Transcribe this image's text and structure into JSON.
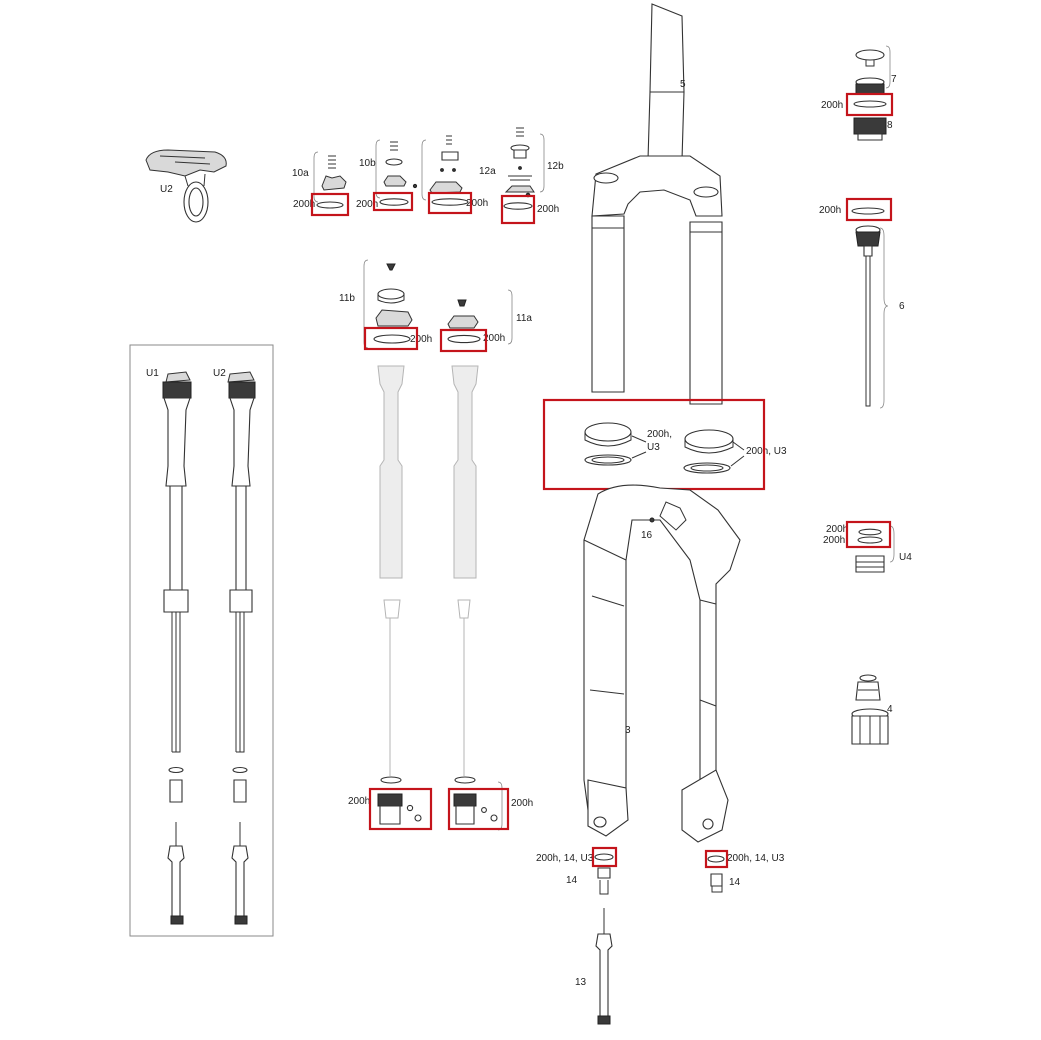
{
  "colors": {
    "highlight": "#c4141b",
    "outline": "#333333",
    "ghost": "#b5b5b5"
  },
  "labels": {
    "u2_remote": "U2",
    "part_10a": "10a",
    "part_10b": "10b",
    "part_12a": "12a",
    "part_12b": "12b",
    "part_11b": "11b",
    "part_11a": "11a",
    "part_5": "5",
    "part_7": "7",
    "part_8": "8",
    "part_6": "6",
    "part_16": "16",
    "part_u4": "U4",
    "part_4": "4",
    "part_3": "3",
    "part_14_left": "14",
    "part_14_right": "14",
    "part_13": "13",
    "box_u1": "U1",
    "box_u2": "U2",
    "seal_10a": "200h",
    "seal_10b": "200h",
    "seal_12a": "200h",
    "seal_12b": "200h",
    "seal_11b": "200h",
    "seal_11a": "200h",
    "seal_7": "200h",
    "seal_6": "200h",
    "dust_left_line1": "200h,",
    "dust_left_line2": "U3",
    "dust_right": "200h, U3",
    "u4_top": "200h",
    "u4_bottom": "200h",
    "base_left": "200h",
    "base_right": "200h",
    "bolt_left": "200h, 14, U3",
    "bolt_right": "200h, 14, U3"
  }
}
